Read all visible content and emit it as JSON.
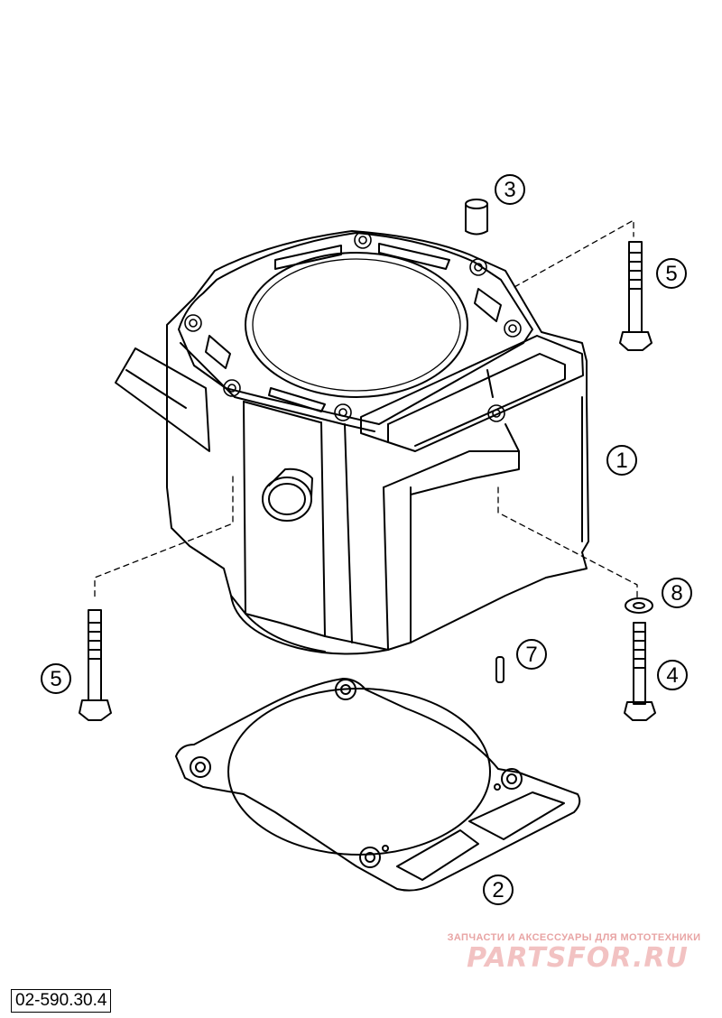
{
  "diagram": {
    "callouts": [
      {
        "id": "1",
        "label": "1"
      },
      {
        "id": "2",
        "label": "2"
      },
      {
        "id": "3",
        "label": "3"
      },
      {
        "id": "4",
        "label": "4"
      },
      {
        "id": "5a",
        "label": "5"
      },
      {
        "id": "5b",
        "label": "5"
      },
      {
        "id": "7",
        "label": "7"
      },
      {
        "id": "8",
        "label": "8"
      }
    ],
    "reference_number": "02-590.30.4"
  },
  "watermark": {
    "tagline": "ЗАПЧАСТИ И АКСЕССУАРЫ ДЛЯ МОТОТЕХНИКИ",
    "brand": "PARTSFOR.RU",
    "color": "#f2c2c2"
  }
}
